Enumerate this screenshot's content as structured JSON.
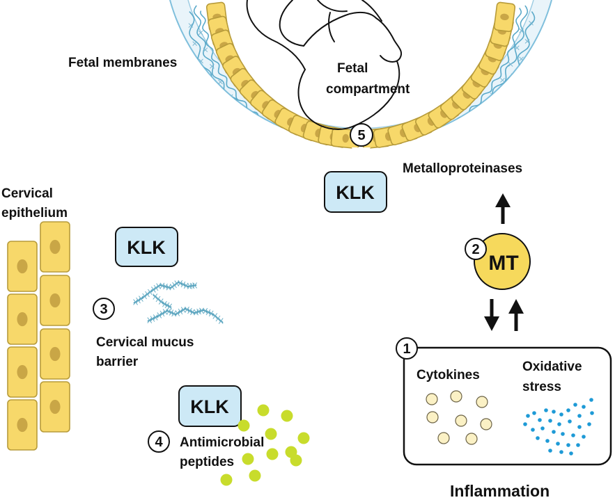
{
  "labels": {
    "fetal_membranes": "Fetal membranes",
    "fetal_line1": "Fetal",
    "fetal_line2": "compartment",
    "metalloproteinases": "Metalloproteinases",
    "cervical_line1": "Cervical",
    "cervical_line2": "epithelium",
    "mucus_line1": "Cervical mucus",
    "mucus_line2": "barrier",
    "antimicrobial_line1": "Antimicrobial",
    "antimicrobial_line2": "peptides",
    "cytokines": "Cytokines",
    "oxidative_line1": "Oxidative",
    "oxidative_line2": "stress",
    "inflammation": "Inflammation",
    "mt": "MT",
    "klk": "KLK"
  },
  "markers": [
    "1",
    "2",
    "3",
    "4",
    "5"
  ],
  "colors": {
    "cell_fill": "#f7d86a",
    "cell_stroke": "#b79b3a",
    "nucleus": "#c9a646",
    "klk_fill": "#cde9f6",
    "membrane_line": "#5aa9c9",
    "membrane_fill": "#e6f3f9",
    "mt_fill": "#f6d95c",
    "cytokine_fill": "#fbf1c5",
    "peptide_fill": "#c8dc2c",
    "oxidative_dot": "#1e9ad6"
  },
  "icons": [
    "fetus-outline",
    "arrow-up-icon",
    "arrow-down-icon",
    "cell-icon",
    "fiber-icon"
  ]
}
